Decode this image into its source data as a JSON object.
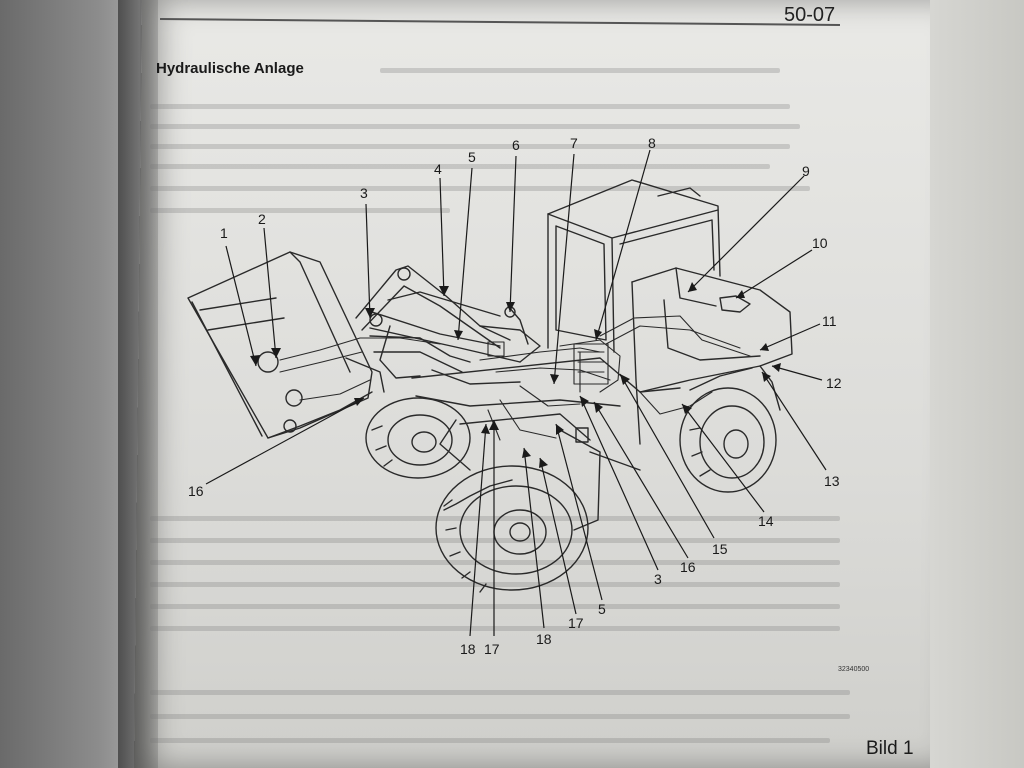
{
  "page": {
    "number": "50-07",
    "heading": "Hydraulische Anlage",
    "figure_ref": "32340500",
    "figure_caption": "Bild 1"
  },
  "callouts": {
    "c1": "1",
    "c2": "2",
    "c3": "3",
    "c4": "4",
    "c5": "5",
    "c6": "6",
    "c7": "7",
    "c8": "8",
    "c9": "9",
    "c10": "10",
    "c11": "11",
    "c12": "12",
    "c13": "13",
    "c14": "14",
    "c15": "15",
    "c16": "16",
    "c17": "17",
    "c18": "18"
  }
}
